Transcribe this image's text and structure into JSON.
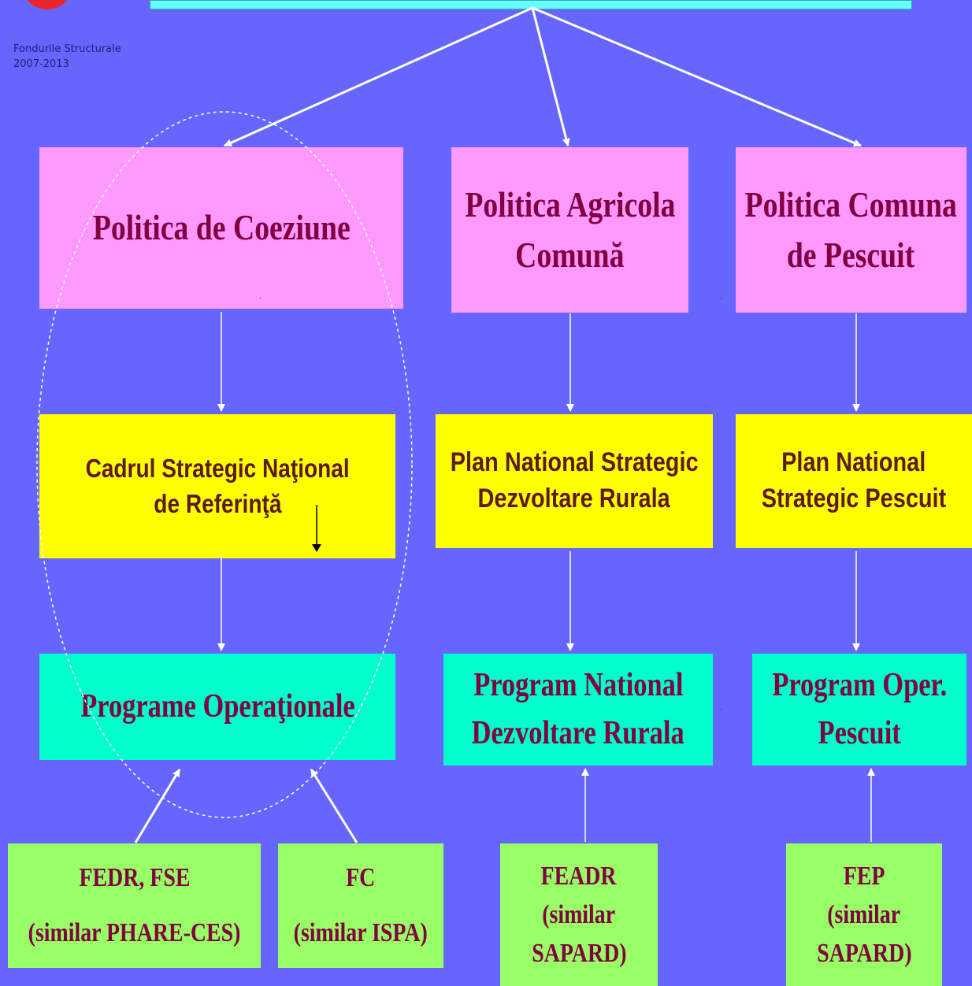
{
  "logo": {
    "line1": "Fondurile Structurale",
    "line2": "2007-2013"
  },
  "policies": {
    "cohesion": {
      "lines": [
        "Politica de Coeziune"
      ]
    },
    "agricultural": {
      "lines": [
        "Politica Agricola",
        "Comună"
      ]
    },
    "fisheries": {
      "lines": [
        "Politica Comuna",
        "de Pescuit"
      ]
    }
  },
  "strategies": {
    "cohesion": {
      "lines": [
        "Cadrul Strategic Naţional",
        "de Referinţă"
      ]
    },
    "agricultural": {
      "lines": [
        "Plan National Strategic",
        "Dezvoltare Rurala"
      ]
    },
    "fisheries": {
      "lines": [
        "Plan National",
        "Strategic Pescuit"
      ]
    }
  },
  "programs": {
    "cohesion": {
      "lines": [
        "Programe Operaţionale"
      ]
    },
    "agricultural": {
      "lines": [
        "Program National",
        "Dezvoltare Rurala"
      ]
    },
    "fisheries": {
      "lines": [
        "Program Oper.",
        "Pescuit"
      ]
    }
  },
  "funds": {
    "fedr_fse": {
      "lines": [
        "FEDR, FSE",
        "(similar PHARE-CES)"
      ]
    },
    "fc": {
      "lines": [
        "FC",
        "(similar ISPA)"
      ]
    },
    "feadr": {
      "lines": [
        "FEADR",
        "(similar",
        "SAPARD)"
      ]
    },
    "fep": {
      "lines": [
        "FEP",
        "(similar",
        "SAPARD)"
      ]
    }
  },
  "colors": {
    "background": "#6666ff",
    "policy_box": "#ff99ff",
    "strategy_box": "#ffff00",
    "program_box": "#00ffcc",
    "fund_box": "#99ff66",
    "header_bar": "#66ffff",
    "text_maroon": "#800040"
  }
}
